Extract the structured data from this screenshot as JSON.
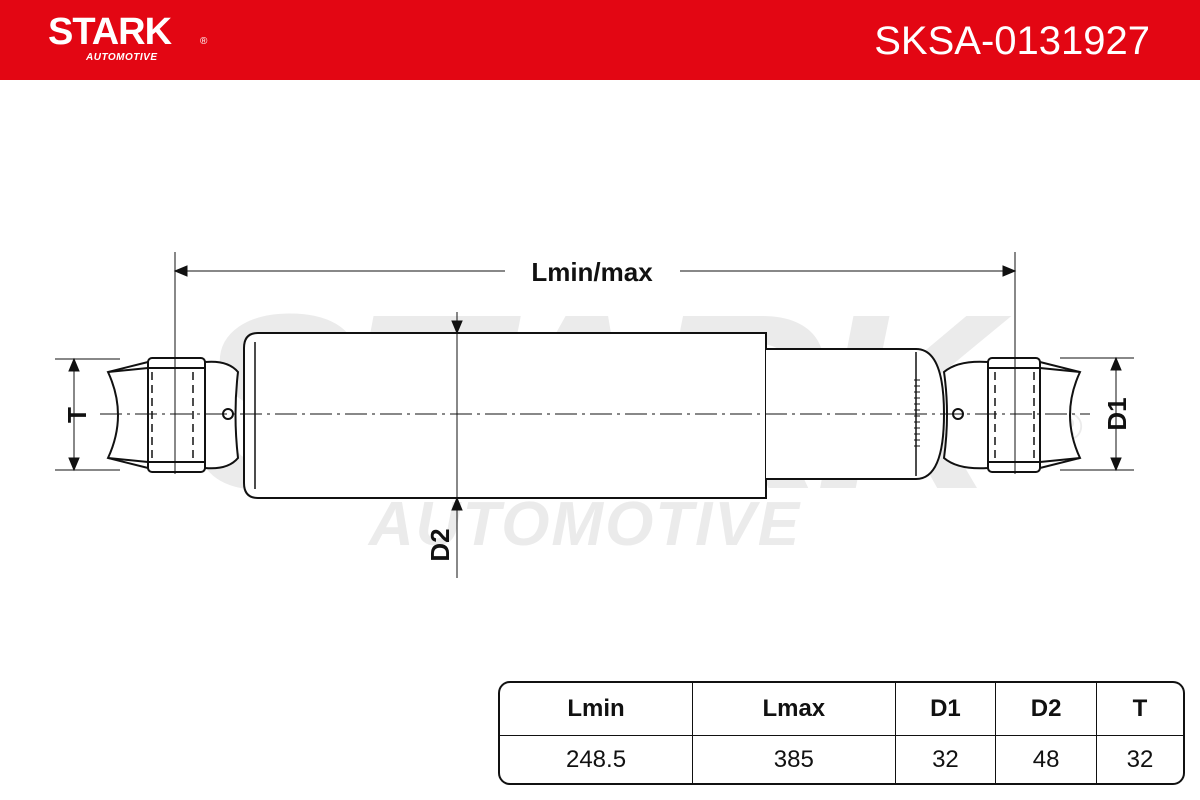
{
  "header": {
    "brand_name": "STARK",
    "brand_registered": "®",
    "brand_sub": "AUTOMOTIVE",
    "part_number": "SKSA-0131927",
    "color": "#e30613"
  },
  "watermark": {
    "brand": "STARK",
    "sub": "AUTOMOTIVE",
    "registered": "®"
  },
  "drawing": {
    "length_label": "Lmin/max",
    "eye_height_label": "T",
    "eye_diameter_label": "D1",
    "body_diameter_label": "D2",
    "line_color": "#111111"
  },
  "specs": {
    "headers": [
      "Lmin",
      "Lmax",
      "D1",
      "D2",
      "T"
    ],
    "values": [
      "248.5",
      "385",
      "32",
      "48",
      "32"
    ]
  }
}
